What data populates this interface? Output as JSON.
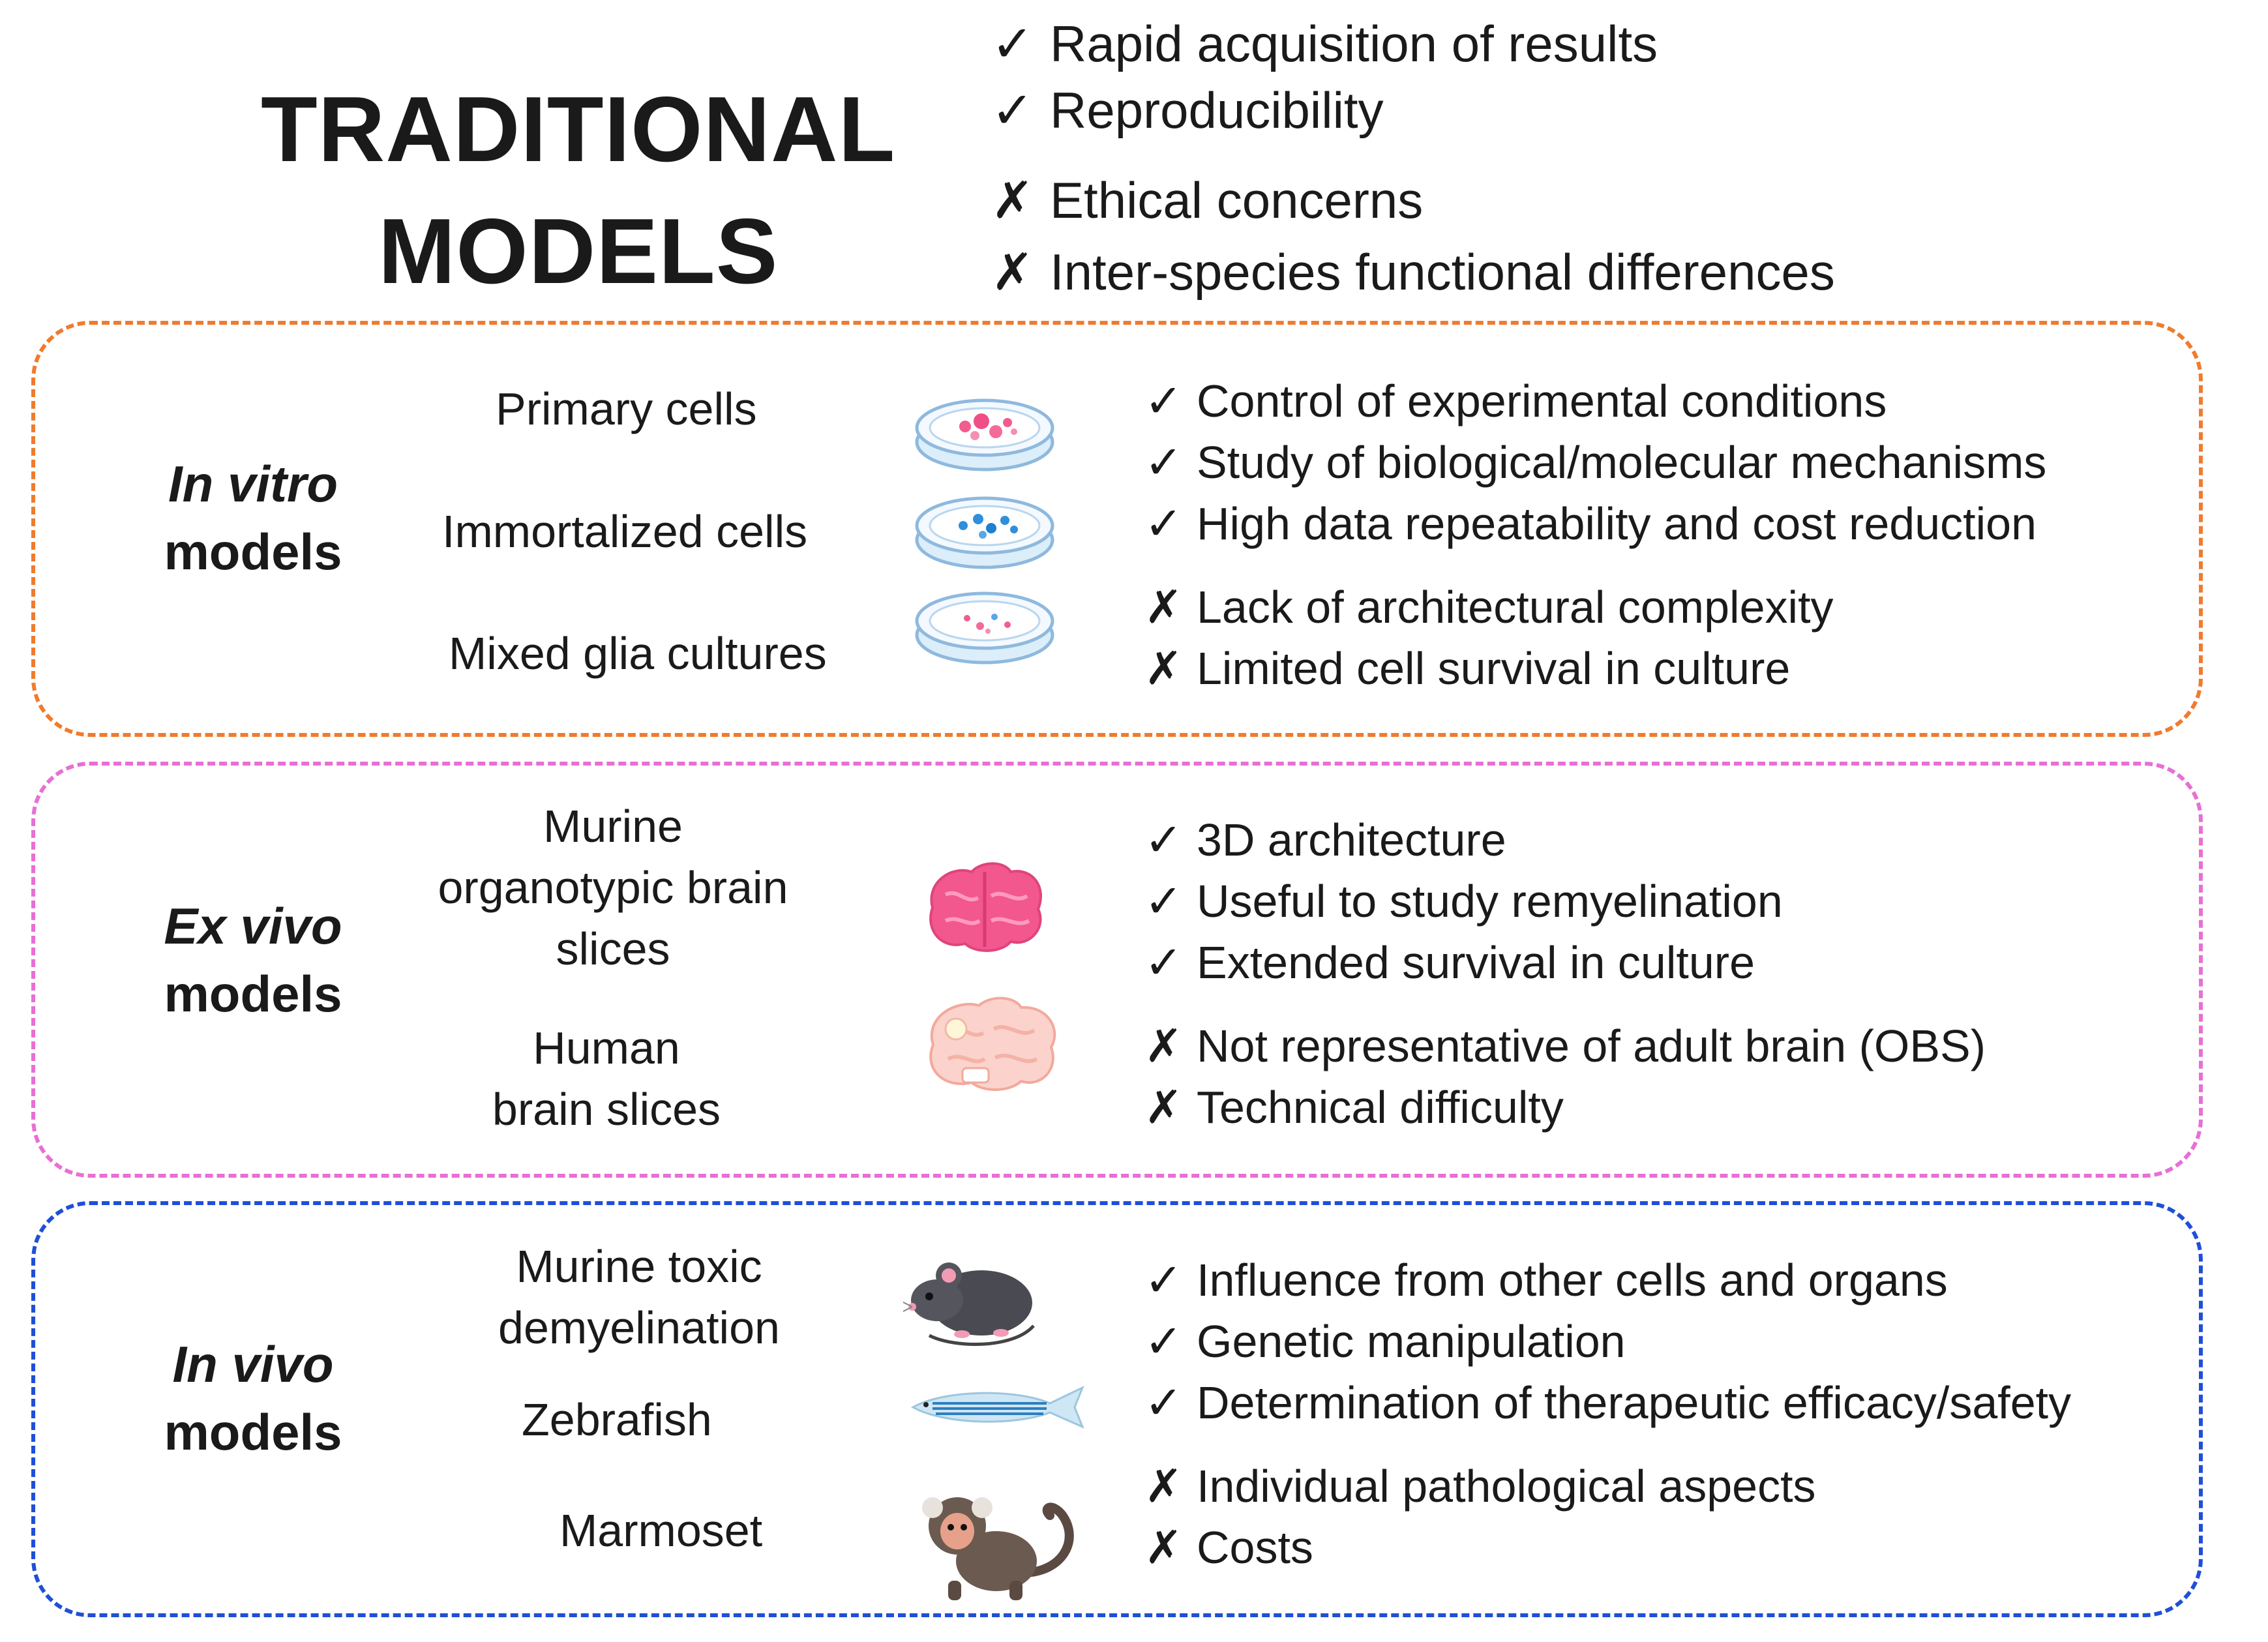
{
  "header": {
    "title_line1": "TRADITIONAL",
    "title_line2": "MODELS",
    "pros": [
      "Rapid acquisition of results",
      "Reproducibility"
    ],
    "cons": [
      "Ethical concerns",
      "Inter-species functional differences"
    ]
  },
  "marks": {
    "pro": "✓",
    "con": "✗"
  },
  "sections": [
    {
      "label_line1": "In vitro",
      "label_line2": "models",
      "color": "#f07b2e",
      "models": [
        {
          "text": "Primary cells",
          "icon": "petri-dish-pink-cells-icon"
        },
        {
          "text": "Immortalized cells",
          "icon": "petri-dish-blue-cells-icon"
        },
        {
          "text": "Mixed glia cultures",
          "icon": "petri-dish-mixed-cells-icon"
        }
      ],
      "pros": [
        "Control of experimental conditions",
        "Study of biological/molecular mechanisms",
        "High data repeatability and cost reduction"
      ],
      "cons": [
        "Lack of architectural complexity",
        "Limited cell survival in culture"
      ]
    },
    {
      "label_line1": "Ex vivo",
      "label_line2": "models",
      "color": "#e86fd4",
      "models": [
        {
          "text_lines": [
            "Murine",
            "organotypic brain",
            "slices"
          ],
          "icon": "pink-brain-icon"
        },
        {
          "text_lines": [
            "Human",
            "brain slices"
          ],
          "icon": "light-brain-icon"
        }
      ],
      "pros": [
        "3D architecture",
        "Useful to study remyelination",
        "Extended survival in culture"
      ],
      "cons": [
        "Not representative of adult brain (OBS)",
        "Technical difficulty"
      ]
    },
    {
      "label_line1": "In vivo",
      "label_line2": "models",
      "color": "#1f4fd8",
      "models": [
        {
          "text_lines": [
            "Murine toxic",
            "demyelination"
          ],
          "icon": "mouse-icon"
        },
        {
          "text": "Zebrafish",
          "icon": "zebrafish-icon"
        },
        {
          "text": "Marmoset",
          "icon": "marmoset-icon"
        }
      ],
      "pros": [
        "Influence from other cells and organs",
        "Genetic manipulation",
        "Determination of therapeutic efficacy/safety"
      ],
      "cons": [
        "Individual pathological aspects",
        "Costs"
      ]
    }
  ]
}
